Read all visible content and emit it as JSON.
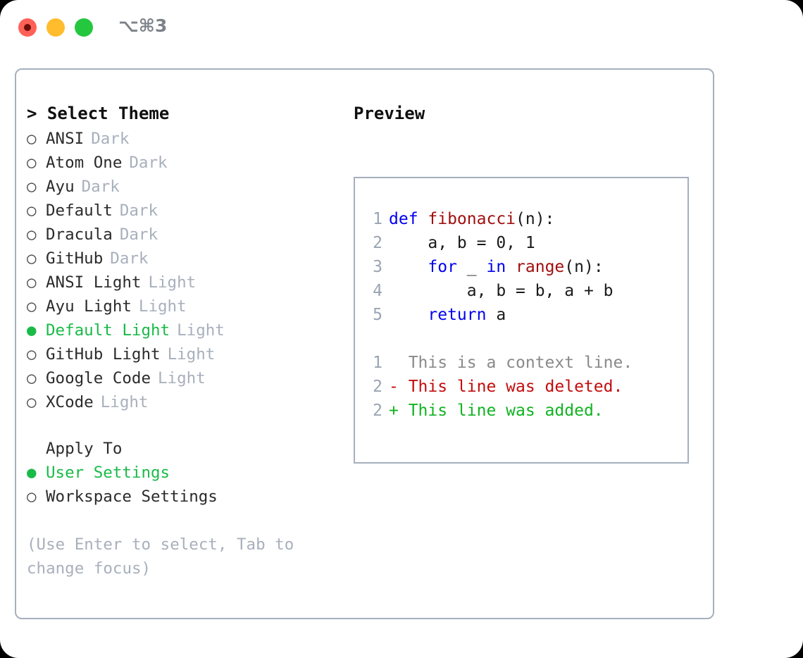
{
  "window": {
    "traffic_lights": [
      "close",
      "minimize",
      "maximize"
    ],
    "shortcut": "⌥⌘3",
    "colors": {
      "close": "#FF6158",
      "minimize": "#FFBD2E",
      "maximize": "#25C73F",
      "accent_green": "#1ABA48",
      "muted": "#A8B0BC",
      "border": "#A6AFBD",
      "keyword": "#0000EE",
      "function": "#A10F0F",
      "diff_added": "#11B321",
      "diff_deleted": "#C30D0D"
    }
  },
  "theme_list": {
    "header": "> Select Theme",
    "bullet_unselected": "○",
    "bullet_selected": "●",
    "items": [
      {
        "bullet": "○",
        "label": "ANSI",
        "variant": "Dark",
        "selected": false
      },
      {
        "bullet": "○",
        "label": "Atom One",
        "variant": "Dark",
        "selected": false
      },
      {
        "bullet": "○",
        "label": "Ayu",
        "variant": "Dark",
        "selected": false
      },
      {
        "bullet": "○",
        "label": "Default",
        "variant": "Dark",
        "selected": false
      },
      {
        "bullet": "○",
        "label": "Dracula",
        "variant": "Dark",
        "selected": false
      },
      {
        "bullet": "○",
        "label": "GitHub",
        "variant": "Dark",
        "selected": false
      },
      {
        "bullet": "○",
        "label": "ANSI Light",
        "variant": "Light",
        "selected": false
      },
      {
        "bullet": "○",
        "label": "Ayu Light",
        "variant": "Light",
        "selected": false
      },
      {
        "bullet": "●",
        "label": "Default Light",
        "variant": "Light",
        "selected": true
      },
      {
        "bullet": "○",
        "label": "GitHub Light",
        "variant": "Light",
        "selected": false
      },
      {
        "bullet": "○",
        "label": "Google Code",
        "variant": "Light",
        "selected": false
      },
      {
        "bullet": "○",
        "label": "XCode",
        "variant": "Light",
        "selected": false
      }
    ]
  },
  "apply_to": {
    "header": "Apply To",
    "items": [
      {
        "bullet": "●",
        "label": "User Settings",
        "selected": true
      },
      {
        "bullet": "○",
        "label": "Workspace Settings",
        "selected": false
      }
    ]
  },
  "hint": "(Use Enter to select, Tab to change focus)",
  "preview": {
    "title": "Preview",
    "code_lines": [
      {
        "num": "1",
        "tokens": [
          {
            "t": "def ",
            "c": "kw"
          },
          {
            "t": "fibonacci",
            "c": "fn"
          },
          {
            "t": "(n):",
            "c": "txt"
          }
        ]
      },
      {
        "num": "2",
        "tokens": [
          {
            "t": "    a, b = 0, 1",
            "c": "txt"
          }
        ]
      },
      {
        "num": "3",
        "tokens": [
          {
            "t": "    ",
            "c": "txt"
          },
          {
            "t": "for",
            "c": "kw"
          },
          {
            "t": " _ ",
            "c": "txt"
          },
          {
            "t": "in",
            "c": "kw"
          },
          {
            "t": " ",
            "c": "txt"
          },
          {
            "t": "range",
            "c": "fn"
          },
          {
            "t": "(n):",
            "c": "txt"
          }
        ]
      },
      {
        "num": "4",
        "tokens": [
          {
            "t": "        a, b = b, a + b",
            "c": "txt"
          }
        ]
      },
      {
        "num": "5",
        "tokens": [
          {
            "t": "    ",
            "c": "txt"
          },
          {
            "t": "return",
            "c": "kw"
          },
          {
            "t": " a",
            "c": "txt"
          }
        ]
      }
    ],
    "diff_lines": [
      {
        "num": "1",
        "marker": " ",
        "text": "  This is a context line.",
        "kind": "ctx"
      },
      {
        "num": "2",
        "marker": " ",
        "text": "- This line was deleted.",
        "kind": "del"
      },
      {
        "num": "2",
        "marker": " ",
        "text": "+ This line was added.",
        "kind": "add"
      }
    ]
  }
}
